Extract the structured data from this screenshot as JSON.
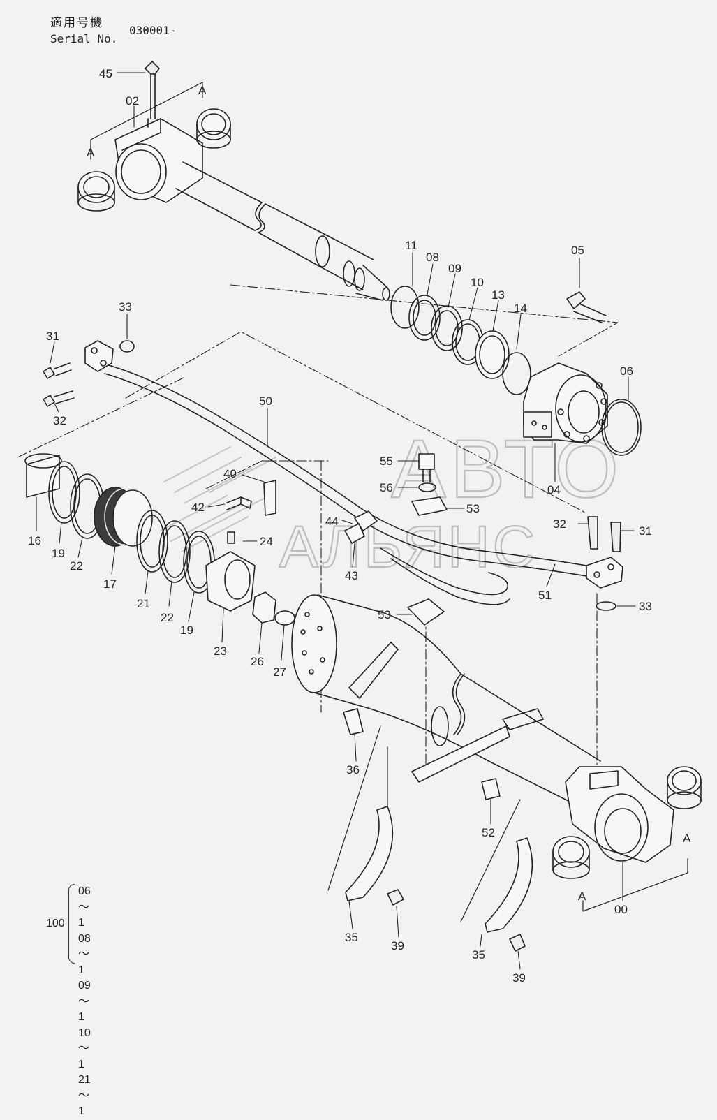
{
  "header": {
    "applicable_models": "適用号機",
    "serial_label": "Serial No.",
    "serial_number": "030001-"
  },
  "watermark": {
    "line1": "АВТО",
    "line2": "АЛЬЯНС"
  },
  "section_marks": [
    "A",
    "A",
    "A",
    "A"
  ],
  "callouts": [
    "45",
    "02",
    "11",
    "08",
    "09",
    "10",
    "13",
    "14",
    "05",
    "33",
    "31",
    "32",
    "06",
    "50",
    "04",
    "55",
    "56",
    "53",
    "40",
    "42",
    "44",
    "43",
    "24",
    "16",
    "19",
    "22",
    "17",
    "21",
    "22",
    "19",
    "23",
    "26",
    "27",
    "32",
    "31",
    "51",
    "33",
    "53",
    "36",
    "52",
    "00",
    "35",
    "39",
    "35",
    "39"
  ],
  "kit": {
    "number": "100",
    "items": [
      "06～1",
      "08～1",
      "09～1",
      "10～1",
      "21～1"
    ]
  }
}
